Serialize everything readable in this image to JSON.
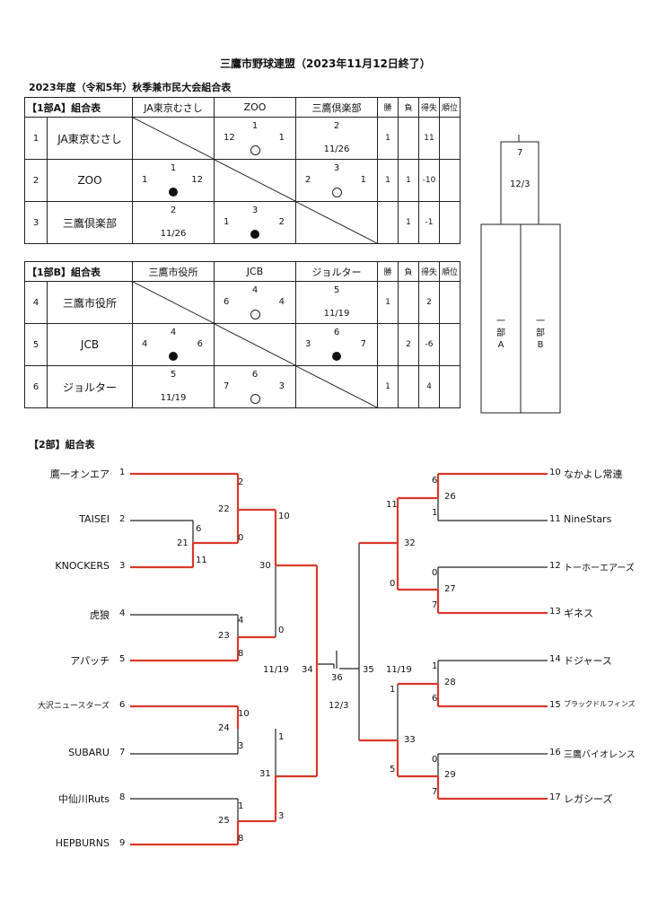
{
  "header": {
    "title": "三鷹市野球連盟（2023年11月12日終了）",
    "subtitle": "2023年度（令和5年）秋季兼市民大会組合表"
  },
  "groupA": {
    "label": "【1部A】組合表",
    "teams": [
      "JA東京むさし",
      "ZOO",
      "三鷹倶楽部"
    ],
    "cols": {
      "win": "勝",
      "loss": "負",
      "diff": "得失",
      "rank": "順位"
    },
    "rows": [
      {
        "no": "1",
        "name": "JA東京むさし",
        "win": "1",
        "loss": "",
        "diff": "11",
        "rank": "",
        "cells": [
          null,
          {
            "top": "1",
            "l": "12",
            "r": "1",
            "mark": "open",
            "bot": ""
          },
          {
            "top": "2",
            "l": "",
            "r": "",
            "mark": "",
            "bot": "11/26"
          }
        ]
      },
      {
        "no": "2",
        "name": "ZOO",
        "win": "1",
        "loss": "1",
        "diff": "-10",
        "rank": "",
        "cells": [
          {
            "top": "1",
            "l": "1",
            "r": "12",
            "mark": "fill",
            "bot": ""
          },
          null,
          {
            "top": "3",
            "l": "2",
            "r": "1",
            "mark": "open",
            "bot": ""
          }
        ]
      },
      {
        "no": "3",
        "name": "三鷹倶楽部",
        "win": "",
        "loss": "1",
        "diff": "-1",
        "rank": "",
        "cells": [
          {
            "top": "2",
            "l": "",
            "r": "",
            "mark": "",
            "bot": "11/26"
          },
          {
            "top": "3",
            "l": "1",
            "r": "2",
            "mark": "fill",
            "bot": ""
          },
          null
        ]
      }
    ]
  },
  "groupB": {
    "label": "【1部B】組合表",
    "teams": [
      "三鷹市役所",
      "JCB",
      "ジョルター"
    ],
    "cols": {
      "win": "勝",
      "loss": "負",
      "diff": "得失",
      "rank": "順位"
    },
    "rows": [
      {
        "no": "4",
        "name": "三鷹市役所",
        "win": "1",
        "loss": "",
        "diff": "2",
        "rank": "",
        "cells": [
          null,
          {
            "top": "4",
            "l": "6",
            "r": "4",
            "mark": "open",
            "bot": ""
          },
          {
            "top": "5",
            "l": "",
            "r": "",
            "mark": "",
            "bot": "11/19"
          }
        ]
      },
      {
        "no": "5",
        "name": "JCB",
        "win": "",
        "loss": "2",
        "diff": "-6",
        "rank": "",
        "cells": [
          {
            "top": "4",
            "l": "4",
            "r": "6",
            "mark": "fill",
            "bot": ""
          },
          null,
          {
            "top": "6",
            "l": "3",
            "r": "7",
            "mark": "fill",
            "bot": ""
          }
        ]
      },
      {
        "no": "6",
        "name": "ジョルター",
        "win": "1",
        "loss": "",
        "diff": "4",
        "rank": "",
        "cells": [
          {
            "top": "5",
            "l": "",
            "r": "",
            "mark": "",
            "bot": "11/19"
          },
          {
            "top": "6",
            "l": "7",
            "r": "3",
            "mark": "open",
            "bot": ""
          },
          null
        ]
      }
    ]
  },
  "final1": {
    "game": "7",
    "date": "12/3",
    "left": "一部A",
    "right": "一部B"
  },
  "div2": {
    "label": "【2部】組合表",
    "left_teams": [
      {
        "no": "1",
        "name": "鷹一オンエア"
      },
      {
        "no": "2",
        "name": "TAISEI"
      },
      {
        "no": "3",
        "name": "KNOCKERS"
      },
      {
        "no": "4",
        "name": "虎狼"
      },
      {
        "no": "5",
        "name": "アパッチ"
      },
      {
        "no": "6",
        "name": "大沢ニュースターズ"
      },
      {
        "no": "7",
        "name": "SUBARU"
      },
      {
        "no": "8",
        "name": "中仙川Ruts"
      },
      {
        "no": "9",
        "name": "HEPBURNS"
      }
    ],
    "right_teams": [
      {
        "no": "10",
        "name": "なかよし常連"
      },
      {
        "no": "11",
        "name": "NineStars"
      },
      {
        "no": "12",
        "name": "トーホーエアーズ"
      },
      {
        "no": "13",
        "name": "ギネス"
      },
      {
        "no": "14",
        "name": "ドジャース"
      },
      {
        "no": "15",
        "name": "ブラックドルフィンズ"
      },
      {
        "no": "16",
        "name": "三鷹バイオレンス"
      },
      {
        "no": "17",
        "name": "レガシーズ"
      }
    ],
    "labels": {
      "g21": "21",
      "s6": "6",
      "s11": "11",
      "g22": "22",
      "s2": "2",
      "s0a": "0",
      "g23": "23",
      "s4": "4",
      "s8a": "8",
      "g24": "24",
      "s10a": "10",
      "s3a": "3",
      "g25": "25",
      "s1a": "1",
      "s8b": "8",
      "g30": "30",
      "s10b": "10",
      "s0b": "0",
      "g31": "31",
      "s1b": "1",
      "s3b": "3",
      "g34": "34",
      "d1119a": "11/19",
      "g36": "36",
      "d123": "12/3",
      "g35": "35",
      "d1119b": "11/19",
      "g26": "26",
      "s6r": "6",
      "s1r": "1",
      "g27": "27",
      "s0r": "0",
      "s7r": "7",
      "g28": "28",
      "s1r2": "1",
      "s6r2": "6",
      "g29": "29",
      "s0r2": "0",
      "s7r2": "7",
      "g32": "32",
      "s11r": "11",
      "s0r3": "0",
      "g33": "33",
      "s1r3": "1",
      "s5r": "5"
    }
  },
  "colors": {
    "win_line": "#d9392b",
    "line": "#222222"
  }
}
